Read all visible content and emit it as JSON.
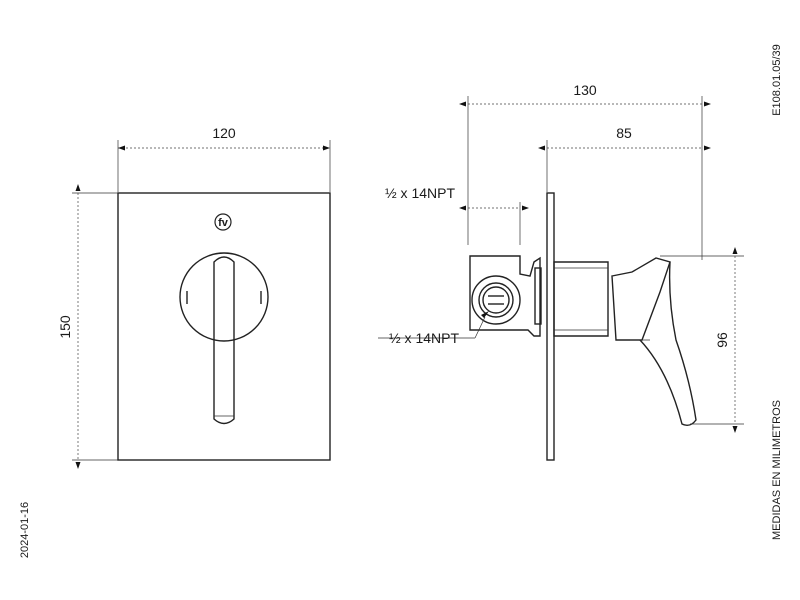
{
  "dimensions": {
    "front_width": "120",
    "front_height": "150",
    "side_total_depth": "130",
    "side_body_depth": "85",
    "side_height": "96",
    "thread_top": "½ x 14NPT",
    "thread_bottom": "½ x 14NPT"
  },
  "meta": {
    "drawing_code": "E108.01.05/39",
    "units_note": "MEDIDAS EN MILIMETROS",
    "date": "2024-01-16"
  },
  "logo": {
    "text": "fv"
  }
}
